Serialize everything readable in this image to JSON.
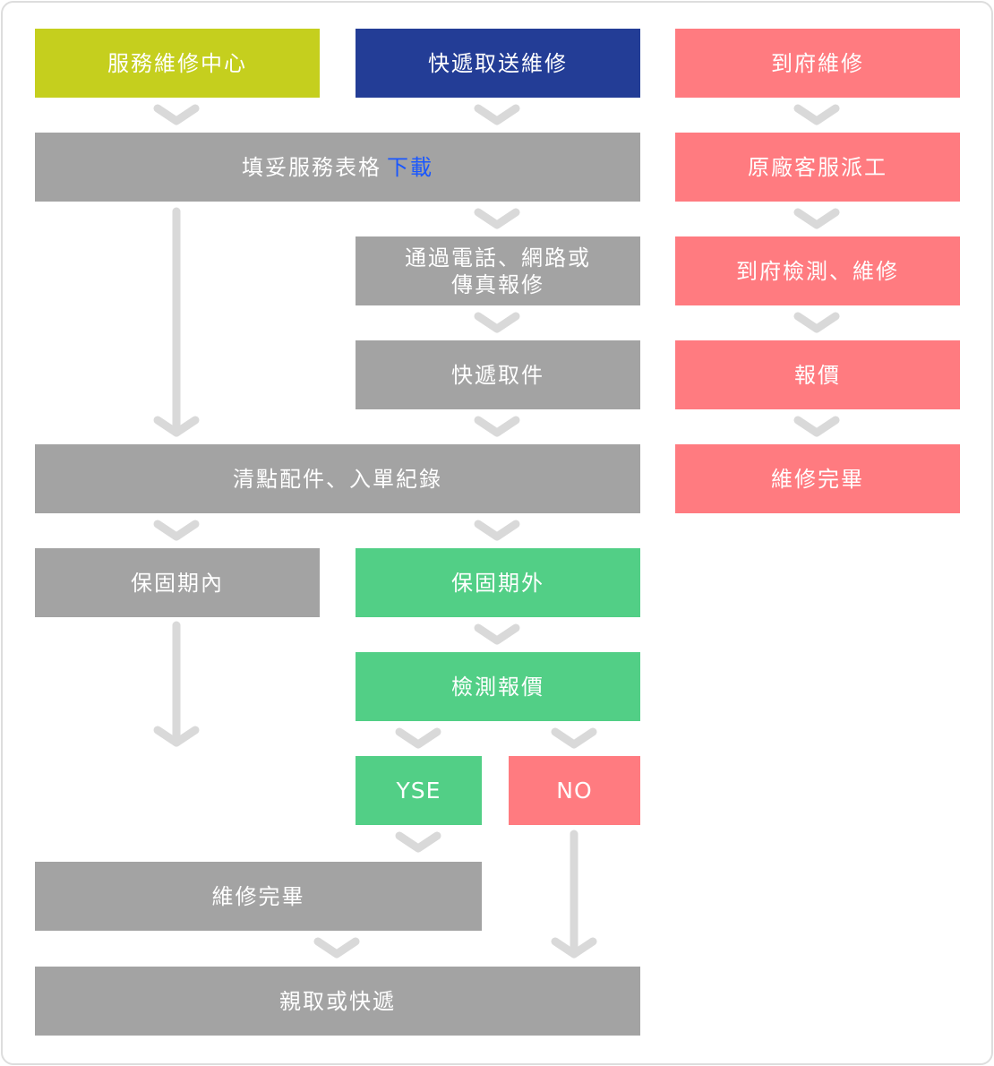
{
  "col_headers": {
    "service_center": "服務維修中心",
    "express": "快遞取送維修",
    "onsite": "到府維修"
  },
  "steps": {
    "fill_form": "填妥服務表格",
    "download_link": "下載",
    "report_line1": "通過電話、網路或",
    "report_line2": "傳真報修",
    "pickup": "快遞取件",
    "inventory": "清點配件、入單紀錄",
    "in_warranty": "保固期內",
    "out_warranty": "保固期外",
    "inspect_quote": "檢測報價",
    "yes": "YSE",
    "no": "NO",
    "repair_done": "維修完畢",
    "return": "親取或快遞"
  },
  "onsite_steps": {
    "dispatch": "原廠客服派工",
    "onsite_repair": "到府檢測、維修",
    "quote": "報價",
    "done": "維修完畢"
  },
  "colors": {
    "service_center": "#c5cf1e",
    "express": "#233d96",
    "onsite": "#ff7b80",
    "step": "#a3a3a3",
    "out_of_warranty": "#52cf86",
    "link": "#1a57ff",
    "arrow": "#d9d9d9"
  }
}
